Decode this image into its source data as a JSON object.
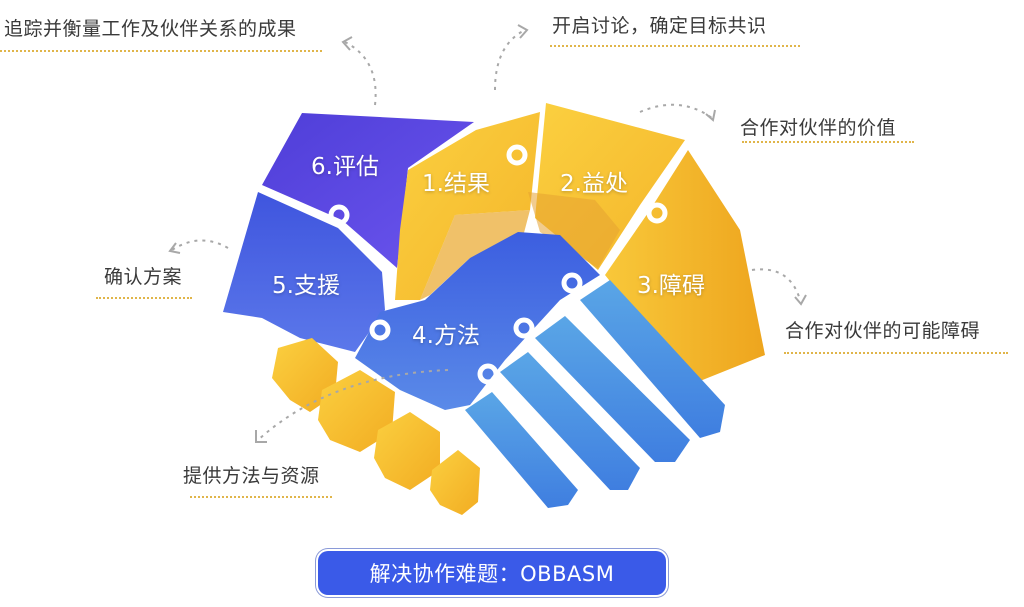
{
  "diagram": {
    "title": "解决协作难题：OBBASM",
    "pieces": [
      {
        "id": "outcome",
        "label": "1.结果",
        "color": "#f8c238"
      },
      {
        "id": "benefit",
        "label": "2.益处",
        "color": "#f8c238"
      },
      {
        "id": "barrier",
        "label": "3.障碍",
        "color": "#f2ae22"
      },
      {
        "id": "approach",
        "label": "4.方法",
        "color": "#4d7ee8"
      },
      {
        "id": "support",
        "label": "5.支援",
        "color": "#4a63e0"
      },
      {
        "id": "measure",
        "label": "6.评估",
        "color": "#5a47e0"
      }
    ],
    "annotations": [
      {
        "id": "outcome-note",
        "text": "开启讨论，确定目标共识"
      },
      {
        "id": "benefit-note",
        "text": "合作对伙伴的价值"
      },
      {
        "id": "barrier-note",
        "text": "合作对伙伴的可能障碍"
      },
      {
        "id": "approach-note",
        "text": "提供方法与资源"
      },
      {
        "id": "support-note",
        "text": "确认方案"
      },
      {
        "id": "measure-note",
        "text": "追踪并衡量工作及伙伴关系的成果"
      }
    ],
    "colors": {
      "yellow": "#f8c238",
      "orange": "#f2ae22",
      "blue": "#4d7ee8",
      "light_blue": "#58a0e4",
      "purple": "#5a47e0",
      "banner": "#3a5ae8",
      "underline": "#e0b54a"
    }
  }
}
